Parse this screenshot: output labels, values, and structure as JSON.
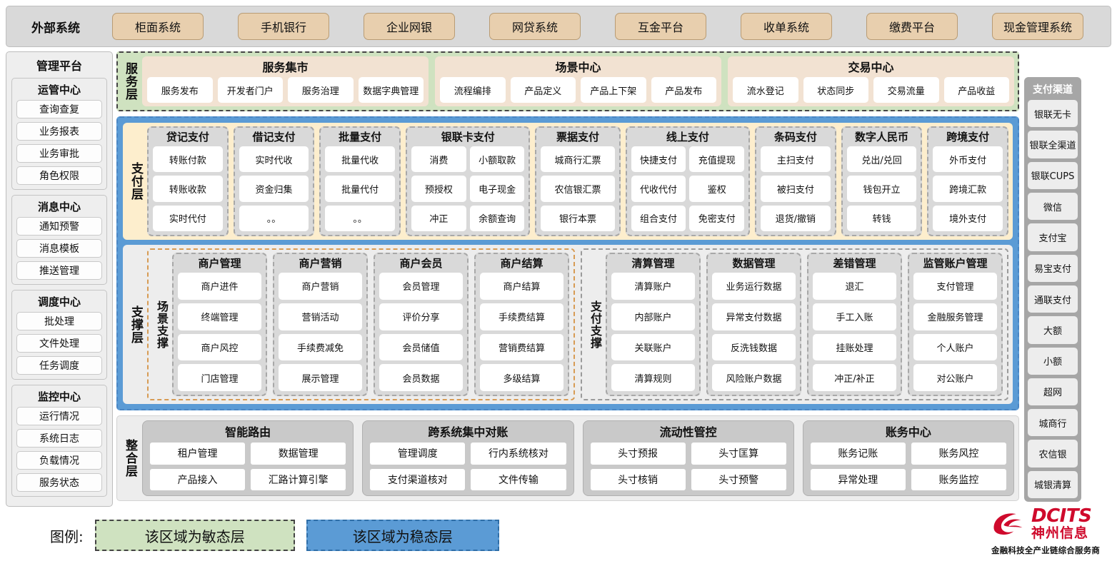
{
  "external": {
    "title": "外部系统",
    "items": [
      "柜面系统",
      "手机银行",
      "企业网银",
      "网贷系统",
      "互金平台",
      "收单系统",
      "缴费平台",
      "现金管理系统"
    ]
  },
  "management": {
    "title": "管理平台",
    "groups": [
      {
        "title": "运管中心",
        "items": [
          "查询查复",
          "业务报表",
          "业务审批",
          "角色权限"
        ]
      },
      {
        "title": "消息中心",
        "items": [
          "通知预警",
          "消息模板",
          "推送管理"
        ]
      },
      {
        "title": "调度中心",
        "items": [
          "批处理",
          "文件处理",
          "任务调度"
        ]
      },
      {
        "title": "监控中心",
        "items": [
          "运行情况",
          "系统日志",
          "负载情况",
          "服务状态"
        ]
      }
    ]
  },
  "channels": {
    "title": "支付渠道",
    "items": [
      "银联无卡",
      "银联全渠道",
      "银联CUPS",
      "微信",
      "支付宝",
      "易宝支付",
      "通联支付",
      "大额",
      "小额",
      "超网",
      "城商行",
      "农信银",
      "城银清算"
    ]
  },
  "service_layer": {
    "label": "服务层",
    "columns": [
      {
        "title": "服务集市",
        "items": [
          "服务发布",
          "开发者门户",
          "服务治理",
          "数据字典管理"
        ]
      },
      {
        "title": "场景中心",
        "items": [
          "流程编排",
          "产品定义",
          "产品上下架",
          "产品发布"
        ]
      },
      {
        "title": "交易中心",
        "items": [
          "流水登记",
          "状态同步",
          "交易流量",
          "产品收益"
        ]
      }
    ]
  },
  "payment_layer": {
    "label": "支付层",
    "columns": [
      {
        "title": "贷记支付",
        "cols": 1,
        "rows": [
          [
            "转账付款"
          ],
          [
            "转账收款"
          ],
          [
            "实时代付"
          ]
        ]
      },
      {
        "title": "借记支付",
        "cols": 1,
        "rows": [
          [
            "实时代收"
          ],
          [
            "资金归集"
          ],
          [
            "。。"
          ]
        ]
      },
      {
        "title": "批量支付",
        "cols": 1,
        "rows": [
          [
            "批量代收"
          ],
          [
            "批量代付"
          ],
          [
            "。。"
          ]
        ]
      },
      {
        "title": "银联卡支付",
        "cols": 2,
        "rows": [
          [
            "消费",
            "小额取款"
          ],
          [
            "预授权",
            "电子现金"
          ],
          [
            "冲正",
            "余额查询"
          ]
        ]
      },
      {
        "title": "票据支付",
        "cols": 1,
        "rows": [
          [
            "城商行汇票"
          ],
          [
            "农信银汇票"
          ],
          [
            "银行本票"
          ]
        ]
      },
      {
        "title": "线上支付",
        "cols": 2,
        "rows": [
          [
            "快捷支付",
            "充值提现"
          ],
          [
            "代收代付",
            "鉴权"
          ],
          [
            "组合支付",
            "免密支付"
          ]
        ]
      },
      {
        "title": "条码支付",
        "cols": 1,
        "rows": [
          [
            "主扫支付"
          ],
          [
            "被扫支付"
          ],
          [
            "退货/撤销"
          ]
        ]
      },
      {
        "title": "数字人民币",
        "cols": 1,
        "rows": [
          [
            "兑出/兑回"
          ],
          [
            "钱包开立"
          ],
          [
            "转钱"
          ]
        ]
      },
      {
        "title": "跨境支付",
        "cols": 1,
        "rows": [
          [
            "外币支付"
          ],
          [
            "跨境汇款"
          ],
          [
            "境外支付"
          ]
        ]
      }
    ]
  },
  "support_layer": {
    "label": "支撑层",
    "groups": [
      {
        "label": "场景支撑",
        "columns": [
          {
            "title": "商户管理",
            "items": [
              "商户进件",
              "终端管理",
              "商户风控",
              "门店管理"
            ]
          },
          {
            "title": "商户营销",
            "items": [
              "商户营销",
              "营销活动",
              "手续费减免",
              "展示管理"
            ]
          },
          {
            "title": "商户会员",
            "items": [
              "会员管理",
              "评价分享",
              "会员储值",
              "会员数据"
            ]
          },
          {
            "title": "商户结算",
            "items": [
              "商户结算",
              "手续费结算",
              "营销费结算",
              "多级结算"
            ]
          }
        ]
      },
      {
        "label": "支付支撑",
        "columns": [
          {
            "title": "清算管理",
            "items": [
              "清算账户",
              "内部账户",
              "关联账户",
              "清算规则"
            ]
          },
          {
            "title": "数据管理",
            "items": [
              "业务运行数据",
              "异常支付数据",
              "反洗钱数据",
              "风险账户数据"
            ]
          },
          {
            "title": "差错管理",
            "items": [
              "退汇",
              "手工入账",
              "挂账处理",
              "冲正/补正"
            ]
          },
          {
            "title": "监管账户管理",
            "items": [
              "支付管理",
              "金融服务管理",
              "个人账户",
              "对公账户"
            ]
          }
        ]
      }
    ]
  },
  "integration_layer": {
    "label": "整合层",
    "columns": [
      {
        "title": "智能路由",
        "rows": [
          [
            "租户管理",
            "数据管理"
          ],
          [
            "产品接入",
            "汇路计算引擎"
          ]
        ]
      },
      {
        "title": "跨系统集中对账",
        "rows": [
          [
            "管理调度",
            "行内系统核对"
          ],
          [
            "支付渠道核对",
            "文件传输"
          ]
        ]
      },
      {
        "title": "流动性管控",
        "rows": [
          [
            "头寸预报",
            "头寸匡算"
          ],
          [
            "头寸核销",
            "头寸预警"
          ]
        ]
      },
      {
        "title": "账务中心",
        "rows": [
          [
            "账务记账",
            "账务风控"
          ],
          [
            "异常处理",
            "账务监控"
          ]
        ]
      }
    ]
  },
  "legend": {
    "label": "图例:",
    "agile": "该区域为敏态层",
    "stable": "该区域为稳态层"
  },
  "logo": {
    "en": "DCITS",
    "cn": "神州信息",
    "tagline": "金融科技全产业链综合服务商",
    "brand_color": "#cf0a2c"
  },
  "colors": {
    "agile_green": "#cfe2c0",
    "stable_blue": "#5b9bd5",
    "payment_yellow": "#fdeecd",
    "external_chip": "#e8cfae"
  }
}
